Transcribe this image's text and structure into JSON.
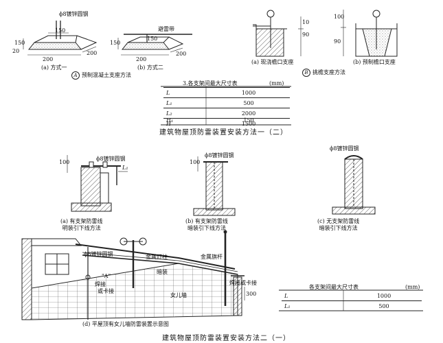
{
  "top": {
    "fig_a": {
      "label": "ϕ8镀锌圆钢",
      "d150": "150",
      "d200a": "200",
      "d200b": "200",
      "h150": "150",
      "h20": "20",
      "caption": "(a) 方式一"
    },
    "fig_b": {
      "label": "避雷带",
      "d150": "150",
      "d200a": "200",
      "d200b": "200",
      "h150": "150",
      "caption": "(b) 方式二"
    },
    "fig_c": {
      "d90": "90",
      "d10": "10",
      "caption": "(a) 现浇檐口支座"
    },
    "fig_d": {
      "d100": "100",
      "d90": "90",
      "caption": "(b) 预制檐口支座"
    },
    "method_a": {
      "letter": "A",
      "text": "预制混凝土支座方法"
    },
    "method_b": {
      "letter": "B",
      "text": "挑檐支座方法"
    }
  },
  "table1": {
    "title": "3.各支架间最大尺寸表",
    "unit": "(mm)",
    "rows": [
      {
        "k": "L",
        "v": "1000"
      },
      {
        "k": "L₁",
        "v": "500"
      },
      {
        "k": "L₂",
        "v": "2000"
      },
      {
        "k": "H",
        "v": "1500"
      },
      {
        "k": "H₁",
        "v": "150"
      }
    ]
  },
  "title2": "建筑物屋顶防雷装置安装方法一（二）",
  "mid": {
    "fig_a": {
      "label": "ϕ8镀锌圆钢",
      "d100": "100",
      "l1": "L₁",
      "caption": [
        "(a) 有支架防雷线",
        "明装引下线方法"
      ]
    },
    "fig_b": {
      "label": "ϕ8镀锌圆钢",
      "d100": "100",
      "caption": [
        "(b) 有支架防雷线",
        "暗装引下线方法"
      ]
    },
    "fig_c": {
      "label": "ϕ8镀锌圆钢",
      "caption": [
        "(c) 无支架防雷线",
        "暗装引下线方法"
      ]
    }
  },
  "bottom": {
    "labels": {
      "steel": "ϕ8镀锌圆钢",
      "lamp": "金属灯柱",
      "flag": "金属旗杆",
      "hidden": "暗装",
      "a_mark": "\"A\"",
      "weld_left": "焊接",
      "weld_left2": "或卡接",
      "weld_right": "焊接或卡接",
      "parapet": "女儿墙",
      "d300": "300"
    },
    "caption": "(d) 平屋顶有女儿墙防雷装置示意图"
  },
  "table2": {
    "title": "各支架间最大尺寸表",
    "unit": "(mm)",
    "rows": [
      {
        "k": "L",
        "v": "1000"
      },
      {
        "k": "L₁",
        "v": "500"
      }
    ]
  },
  "title1": "建筑物屋顶防雷装置安装方法二（一）"
}
